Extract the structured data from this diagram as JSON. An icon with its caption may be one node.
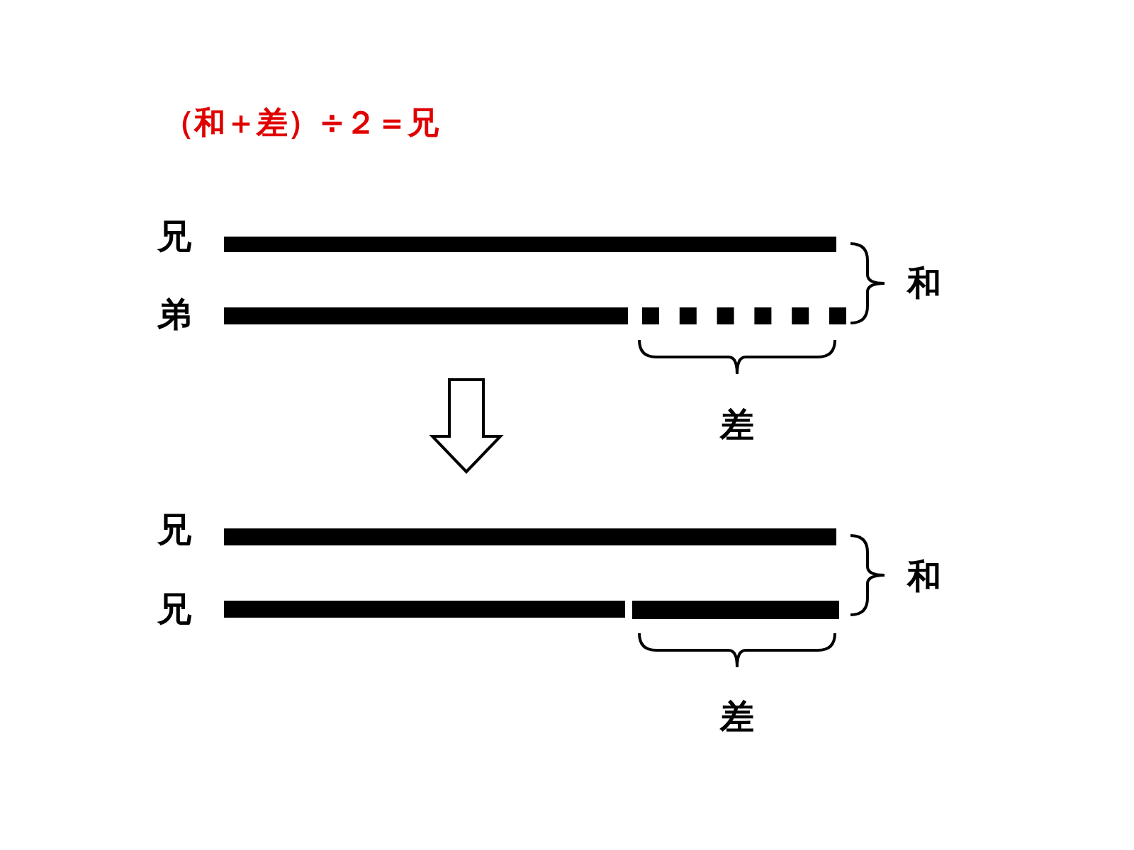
{
  "diagram": {
    "title": "（和＋差）÷２＝兄",
    "labels": [
      "兄",
      "弟",
      "和",
      "差",
      "兄",
      "兄",
      "和",
      "差"
    ]
  }
}
